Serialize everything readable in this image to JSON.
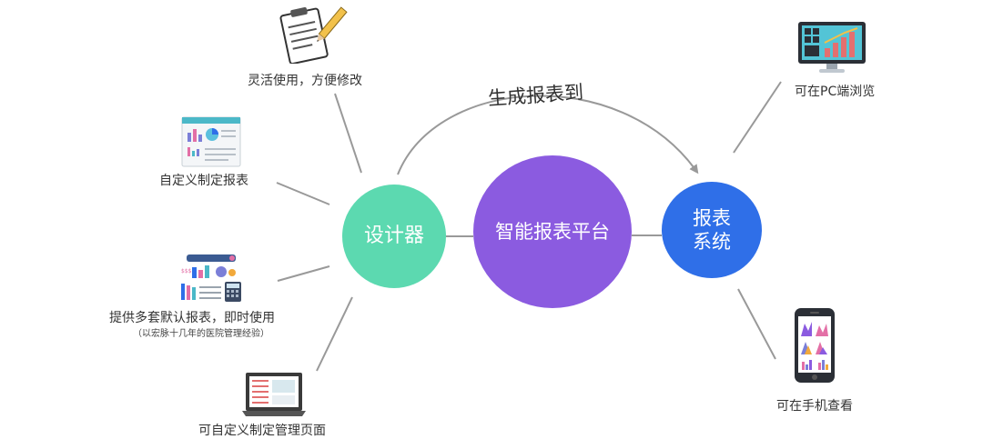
{
  "colors": {
    "designer": "#5cd9b0",
    "platform": "#8b5be0",
    "system": "#2f6fe8",
    "connector": "#999999"
  },
  "center": {
    "designer_label": "设计器",
    "platform_label": "智能报表平台",
    "system_label_line1": "报表",
    "system_label_line2": "系统"
  },
  "arc_label": "生成报表到",
  "features": {
    "flexible": "灵活使用，方便修改",
    "custom_report": "自定义制定报表",
    "default_reports": "提供多套默认报表，即时使用",
    "default_reports_note": "（以宏脉十几年的医院管理经验）",
    "custom_page": "可自定义制定管理页面"
  },
  "outputs": {
    "pc": "可在PC端浏览",
    "mobile": "可在手机查看"
  },
  "icons": {
    "flexible": "clipboard-pencil-icon",
    "custom_report": "report-chart-icon",
    "default_reports": "dashboard-calculator-icon",
    "custom_page": "laptop-page-icon",
    "pc": "desktop-monitor-icon",
    "mobile": "smartphone-icon"
  }
}
